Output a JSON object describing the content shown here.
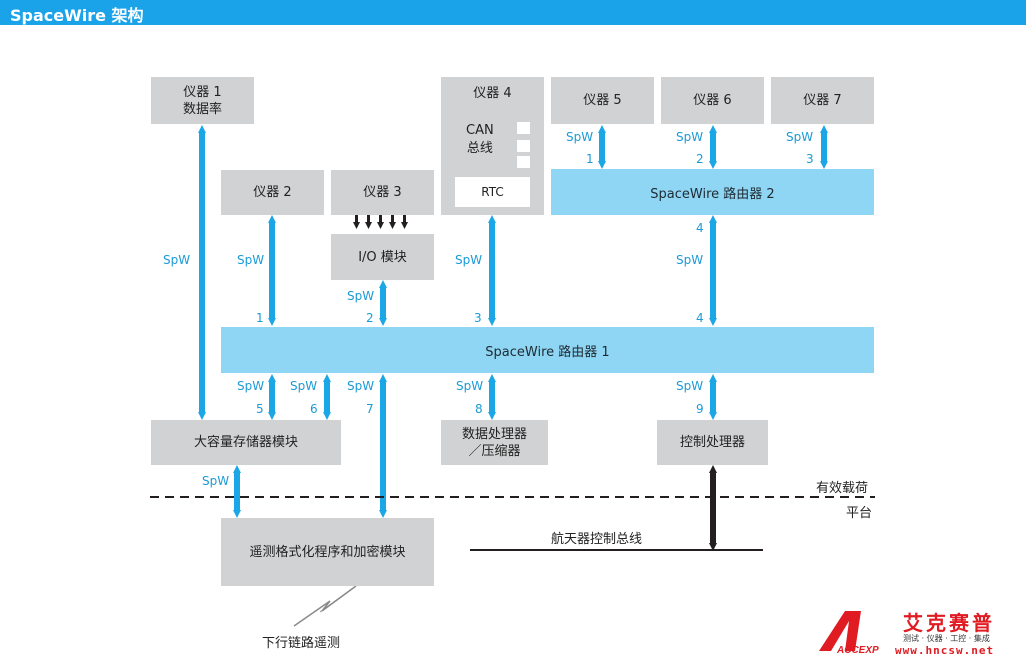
{
  "header": {
    "title": "SpaceWire 架构"
  },
  "instruments": {
    "inst1": "仪器 1\n数据率",
    "inst2": "仪器 2",
    "inst3": "仪器 3",
    "inst4": "仪器 4",
    "inst5": "仪器 5",
    "inst6": "仪器 6",
    "inst7": "仪器 7"
  },
  "inst4_detail": {
    "can_bus": "CAN\n总线",
    "rtc": "RTC"
  },
  "modules": {
    "io": "I/O 模块",
    "mass_storage": "大容量存储器模块",
    "data_processor": "数据处理器\n／压缩器",
    "control_processor": "控制处理器",
    "telemetry": "遥测格式化程序和加密模块"
  },
  "routers": {
    "router1": "SpaceWire 路由器 1",
    "router2": "SpaceWire 路由器 2"
  },
  "link_labels": {
    "spw": "SpW",
    "r1_ports": [
      "1",
      "2",
      "3",
      "4",
      "5",
      "6",
      "7",
      "8",
      "9"
    ],
    "r2_ports": [
      "1",
      "2",
      "3",
      "4"
    ]
  },
  "bus_labels": {
    "payload": "有效载荷",
    "platform": "平台",
    "spacecraft_bus": "航天器控制总线",
    "downlink": "下行链路遥测"
  },
  "logo": {
    "brand_cn": "艾克赛普",
    "brand_en": "ACCEXP",
    "tagline": "测试 · 仪器 · 工控 · 集成",
    "url": "www.hncsw.net"
  },
  "colors": {
    "header": "#1aa3e8",
    "router": "#8ed6f3",
    "box": "#d0d2d3",
    "link": "#1ba6e6",
    "label": "#1b9ad6"
  }
}
